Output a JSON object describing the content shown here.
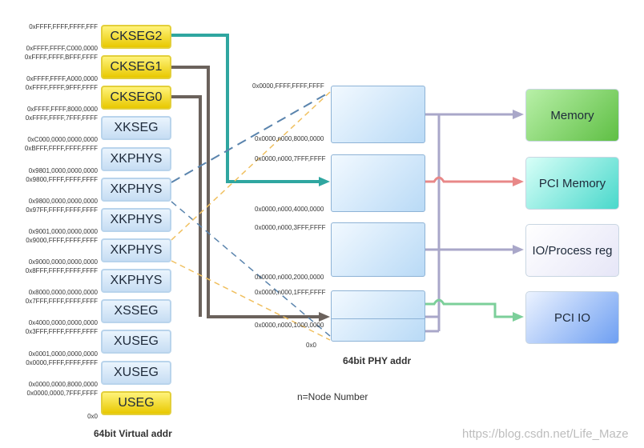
{
  "segments": [
    {
      "label": "CKSEG2",
      "kind": "kernel"
    },
    {
      "label": "CKSEG1",
      "kind": "kernel"
    },
    {
      "label": "CKSEG0",
      "kind": "kernel"
    },
    {
      "label": "XKSEG",
      "kind": "normal"
    },
    {
      "label": "XKPHYS",
      "kind": "normal"
    },
    {
      "label": "XKPHYS",
      "kind": "normal"
    },
    {
      "label": "XKPHYS",
      "kind": "normal"
    },
    {
      "label": "XKPHYS",
      "kind": "normal"
    },
    {
      "label": "XKPHYS",
      "kind": "normal"
    },
    {
      "label": "XSSEG",
      "kind": "normal"
    },
    {
      "label": "XUSEG",
      "kind": "normal"
    },
    {
      "label": "XUSEG",
      "kind": "normal"
    },
    {
      "label": "USEG",
      "kind": "kernel"
    }
  ],
  "virtual_addresses": [
    "0xFFFF,FFFF,FFFF,FFF",
    "0xFFFF,FFFF,C000,0000",
    "0xFFFF,FFFF,BFFF,FFFF",
    "0xFFFF,FFFF,A000,0000",
    "0xFFFF,FFFF,9FFF,FFFF",
    "0xFFFF,FFFF,8000,0000",
    "0xFFFF,FFFF,7FFF,FFFF",
    "0xC000,0000,0000,0000",
    "0xBFFF,FFFF,FFFF,FFFF",
    "0x9801,0000,0000,0000",
    "0x9800,FFFF,FFFF,FFFF",
    "0x9800,0000,0000,0000",
    "0x97FF,FFFF,FFFF,FFFF",
    "0x9001,0000,0000,0000",
    "0x9000,FFFF,FFFF,FFFF",
    "0x9000,0000,0000,0000",
    "0x8FFF,FFFF,FFFF,FFFF",
    "0x8000,0000,0000,0000",
    "0x7FFF,FFFF,FFFF,FFFF",
    "0x4000,0000,0000,0000",
    "0x3FFF,FFFF,FFFF,FFFF",
    "0x0001,0000,0000,0000",
    "0x0000,FFFF,FFFF,FFFF",
    "0x0000,0000,8000,0000",
    "0x0000,0000,7FFF,FFFF",
    "0x0"
  ],
  "physical_addresses": [
    "0x0000,FFFF,FFFF,FFFF",
    "0x0000,n000,8000,0000",
    "0x0000,n000,7FFF,FFFF",
    "0x0000,n000,4000,0000",
    "0x0000,n000,3FFF,FFFF",
    "0x0000,n000,2000,0000",
    "0x0000,n000,1FFF,FFFF",
    "0x0000,n000,1000,0000",
    "0x0"
  ],
  "devices": [
    "Memory",
    "PCI Memory",
    "IO/Process reg",
    "PCI IO"
  ],
  "virtual_caption": "64bit Virtual addr",
  "physical_caption": "64bit PHY addr",
  "node_note": "n=Node Number",
  "watermark": "https://blog.csdn.net/Life_Maze",
  "colors": {
    "kernel_seg": "#f2dc1a",
    "normal_seg": "#cfe3f6",
    "teal_line": "#2fa6a0",
    "dark_line": "#6b625c",
    "blue_dash": "#5a84ad",
    "orange_dash": "#f0c060",
    "bus_line": "#a9a7c9",
    "pci_mem_line": "#e88888",
    "pci_io_line": "#7ccf9a"
  }
}
